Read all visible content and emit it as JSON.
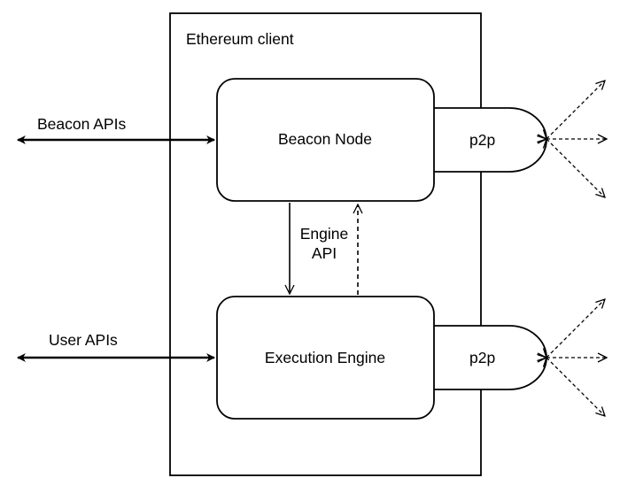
{
  "client": {
    "title": "Ethereum client"
  },
  "beacon_node": {
    "label": "Beacon Node",
    "p2p_label": "p2p"
  },
  "execution_engine": {
    "label": "Execution Engine",
    "p2p_label": "p2p"
  },
  "engine_api": {
    "line1": "Engine",
    "line2": "API"
  },
  "external_apis": {
    "beacon": "Beacon APIs",
    "user": "User APIs"
  }
}
